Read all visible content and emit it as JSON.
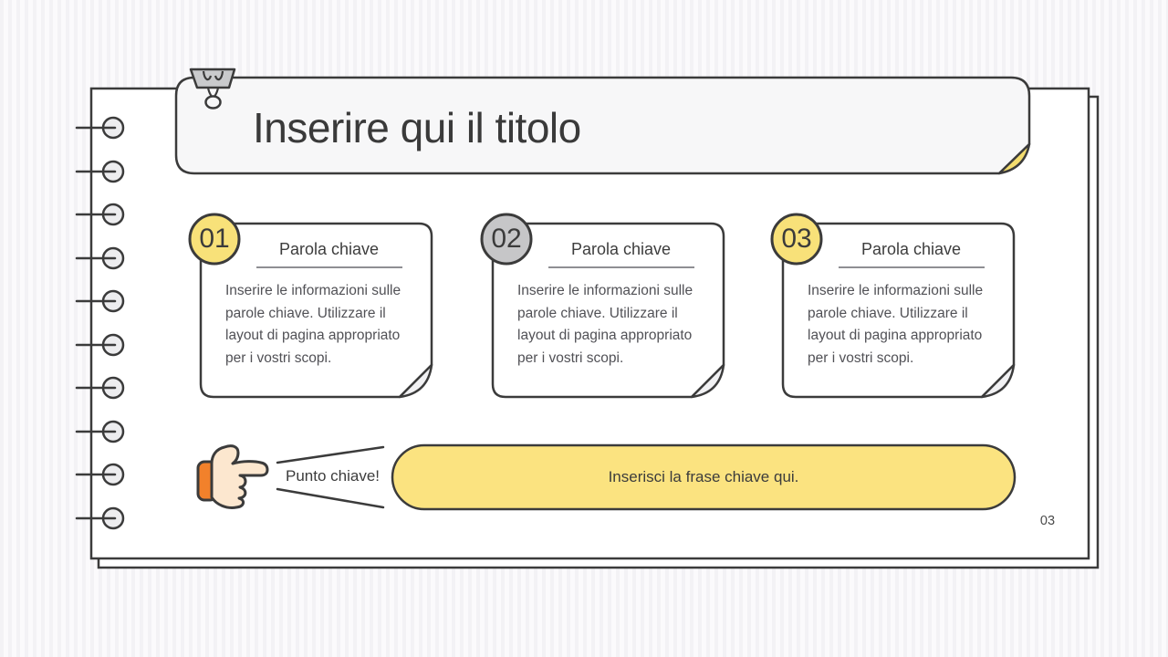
{
  "slide": {
    "title": "Inserire qui il titolo",
    "page_number": "03"
  },
  "cards": [
    {
      "number": "01",
      "badge_color": "#F8E179",
      "heading": "Parola chiave",
      "body_lines": [
        "Inserire le informazioni sulle",
        "parole chiave. Utilizzare il",
        "layout di pagina appropriato",
        "per i vostri scopi."
      ]
    },
    {
      "number": "02",
      "badge_color": "#C6C6C8",
      "heading": "Parola chiave",
      "body_lines": [
        "Inserire le informazioni sulle",
        "parole chiave. Utilizzare il",
        "layout di pagina appropriato",
        "per i vostri scopi."
      ]
    },
    {
      "number": "03",
      "badge_color": "#F8E179",
      "heading": "Parola chiave",
      "body_lines": [
        "Inserire le informazioni sulle",
        "parole chiave. Utilizzare il",
        "layout di pagina appropriato",
        "per i vostri scopi."
      ]
    }
  ],
  "key_point": {
    "label": "Punto chiave!",
    "phrase": "Inserisci la frase chiave qui."
  },
  "colors": {
    "accent_yellow": "#FBE380",
    "fold_yellow": "#F3DC6E",
    "badge_gray": "#C6C6C8",
    "ink": "#3B3B3B",
    "cuff_orange": "#F2812B"
  },
  "icons": {
    "binder_clip": "binder-clip-icon",
    "pointing_hand": "pointing-hand-icon"
  }
}
